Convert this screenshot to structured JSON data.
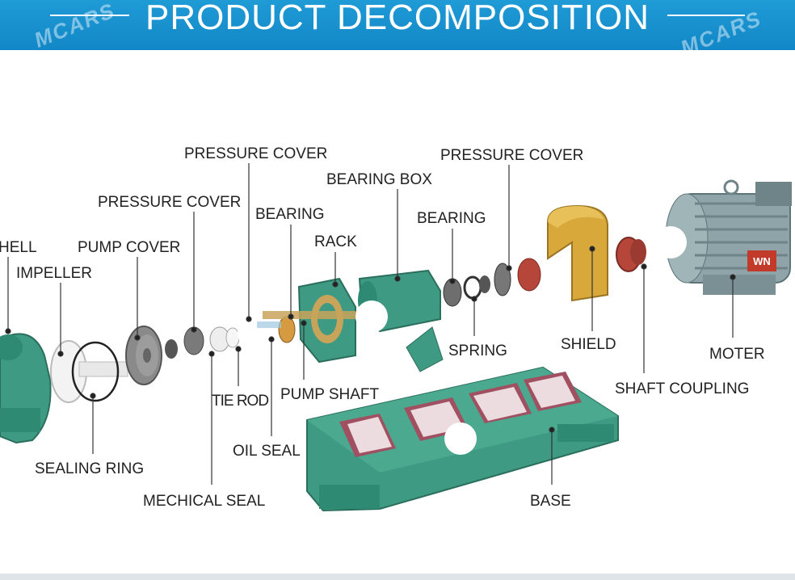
{
  "header": {
    "title": "PRODUCT DECOMPOSITION",
    "watermark_left": "MCARS",
    "watermark_right": "MCARS",
    "color": "#1890d0"
  },
  "parts": {
    "shell": "HELL",
    "impeller": "IMPELLER",
    "pump_cover": "PUMP COVER",
    "pressure_cover_1": "PRESSURE COVER",
    "pressure_cover_2": "PRESSURE COVER",
    "pressure_cover_3": "PRESSURE COVER",
    "bearing_1": "BEARING",
    "bearing_2": "BEARING",
    "bearing_box": "BEARING BOX",
    "rack": "RACK",
    "spring": "SPRING",
    "shield": "SHIELD",
    "moter": "MOTER",
    "shaft_coupling": "SHAFT COUPLING",
    "tie_rod": "TIE ROD",
    "pump_shaft": "PUMP SHAFT",
    "oil_seal": "OIL SEAL",
    "sealing_ring": "SEALING RING",
    "mechical_seal": "MECHICAL SEAL",
    "base": "BASE",
    "motor_badge": "WN"
  },
  "colors": {
    "part_green": "#3f9a83",
    "part_green_dark": "#2a6f5c",
    "shield_yellow": "#d8a93a",
    "coupling_red": "#b6463a",
    "motor_gray": "#8ea4a8"
  }
}
